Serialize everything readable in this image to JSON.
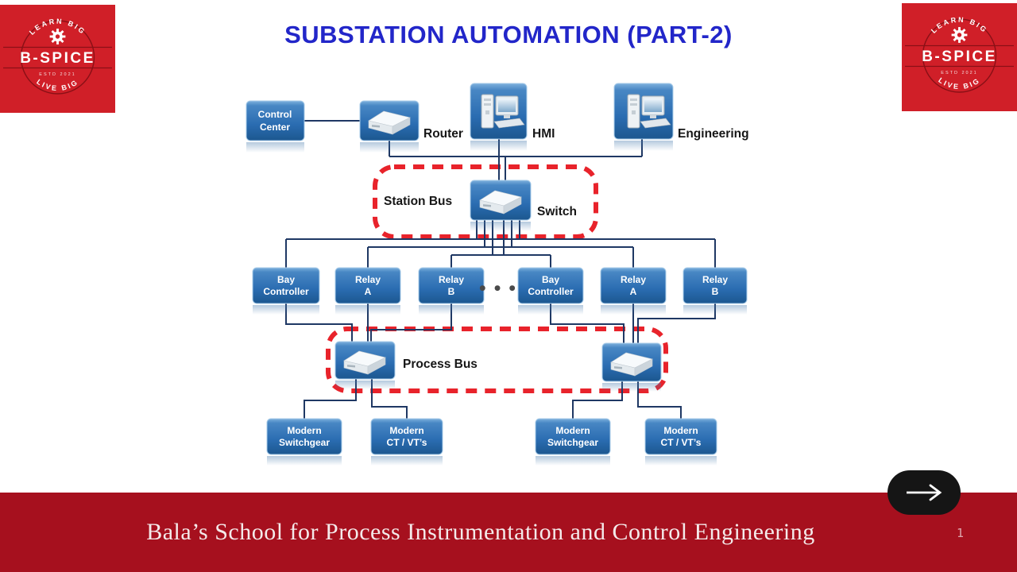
{
  "title": "SUBSTATION AUTOMATION (PART-2)",
  "logo": {
    "arc_top": "LEARN BIG",
    "name": "B-SPICE",
    "estd": "ESTD 2021",
    "arc_bottom": "LIVE BIG"
  },
  "diagram": {
    "control_center": {
      "line1": "Control",
      "line2": "Center"
    },
    "router_label": "Router",
    "hmi_label": "HMI",
    "engineering_label": "Engineering",
    "station_bus_label": "Station Bus",
    "switch_label": "Switch",
    "process_bus_label": "Process Bus",
    "ellipsis": "● ● ●",
    "bays": [
      {
        "line1": "Bay",
        "line2": "Controller"
      },
      {
        "line1": "Relay",
        "line2": "A"
      },
      {
        "line1": "Relay",
        "line2": "B"
      },
      {
        "line1": "Bay",
        "line2": "Controller"
      },
      {
        "line1": "Relay",
        "line2": "A"
      },
      {
        "line1": "Relay",
        "line2": "B"
      }
    ],
    "field_devices": [
      {
        "line1": "Modern",
        "line2": "Switchgear"
      },
      {
        "line1": "Modern",
        "line2": "CT / VT’s"
      },
      {
        "line1": "Modern",
        "line2": "Switchgear"
      },
      {
        "line1": "Modern",
        "line2": "CT / VT’s"
      }
    ]
  },
  "footer": {
    "text": "Bala’s School for Process Instrumentation and Control Engineering",
    "page_number": "1"
  },
  "colors": {
    "logo_red": "#d01f28",
    "banner_red": "#a6101e",
    "title_blue": "#2226c9",
    "wire_navy": "#1f3864",
    "dashed_red": "#e8232b",
    "box_blue": "#2a6cb1"
  }
}
